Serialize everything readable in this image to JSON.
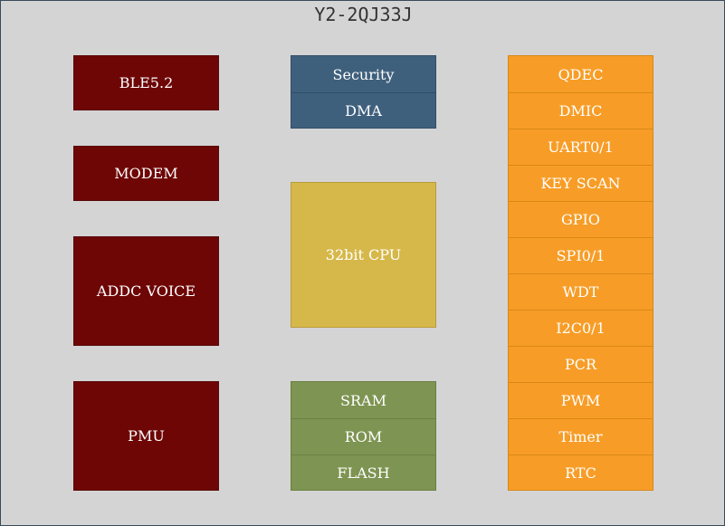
{
  "title": "Y2-2QJ33J",
  "left_blocks": [
    "BLE5.2",
    "MODEM",
    "ADDC VOICE",
    "PMU"
  ],
  "middle": {
    "top_stack": [
      "Security",
      "DMA"
    ],
    "cpu": "32bit CPU",
    "memory_stack": [
      "SRAM",
      "ROM",
      "FLASH"
    ]
  },
  "peripherals": [
    "QDEC",
    "DMIC",
    "UART0/1",
    "KEY SCAN",
    "GPIO",
    "SPI0/1",
    "WDT",
    "I2C0/1",
    "PCR",
    "PWM",
    "Timer",
    "RTC"
  ],
  "colors": {
    "background": "#d4d4d4",
    "radio_block": "#6e0606",
    "security_block": "#3f607d",
    "cpu_block": "#d6b84a",
    "memory_block": "#7e9452",
    "peripheral_block": "#f79d27"
  }
}
